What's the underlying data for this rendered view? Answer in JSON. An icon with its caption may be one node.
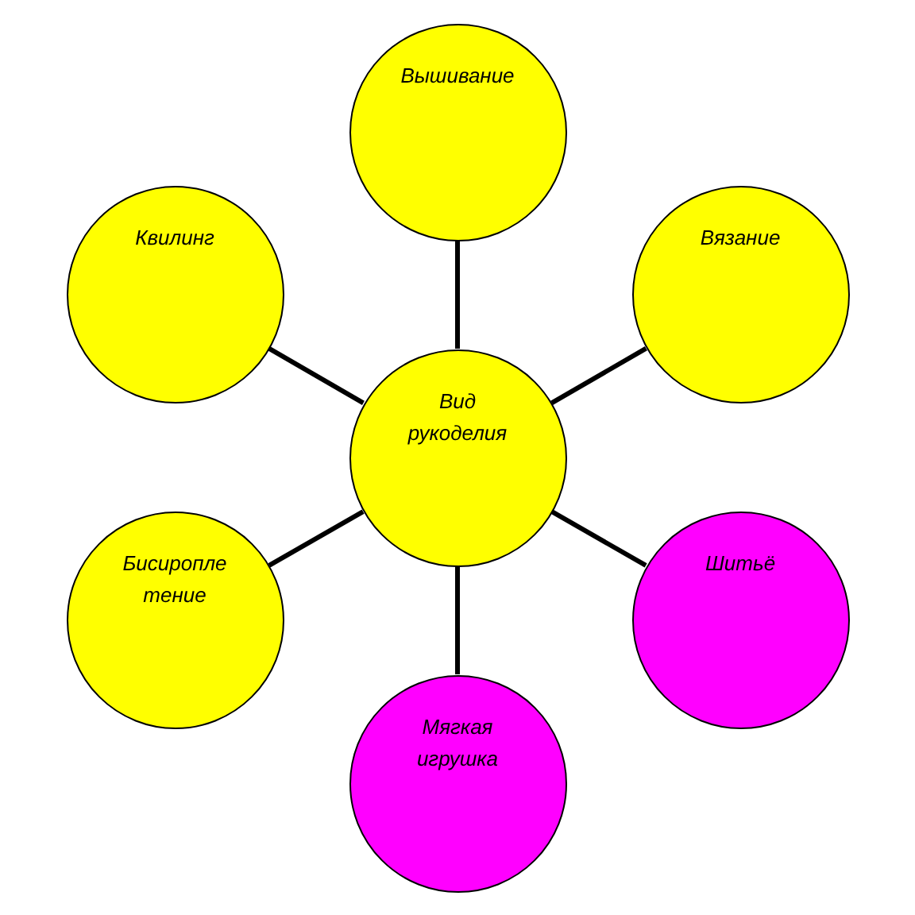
{
  "diagram": {
    "nodes": [
      {
        "text": [
          "Вышивание"
        ]
      },
      {
        "text": [
          "Квилинг"
        ]
      },
      {
        "text": [
          "Вязание"
        ]
      },
      {
        "text": [
          "Вид рукоделия"
        ]
      },
      {
        "text": [
          "Бисиропле тение"
        ]
      },
      {
        "text": [
          "Шитьё"
        ]
      },
      {
        "text": [
          "Мягкая игрушка"
        ]
      }
    ],
    "edges": [
      {
        "from": 3,
        "to": 0,
        "arrow": "none"
      },
      {
        "from": 3,
        "to": 1,
        "arrow": "none"
      },
      {
        "from": 3,
        "to": 2,
        "arrow": "none"
      },
      {
        "from": 3,
        "to": 4,
        "arrow": "none"
      },
      {
        "from": 3,
        "to": 5,
        "arrow": "none"
      },
      {
        "from": 3,
        "to": 6,
        "arrow": "none"
      }
    ]
  }
}
